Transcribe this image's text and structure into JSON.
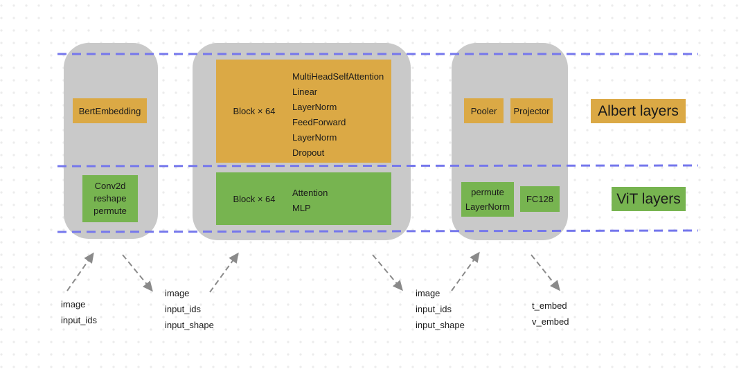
{
  "colors": {
    "albert": "#dba945",
    "vit": "#77b450",
    "container": "#c9c9c9",
    "guide": "#7577ec",
    "arrow": "#8a8a8a",
    "text": "#1a1a1a",
    "dot": "#ececec"
  },
  "legend": {
    "albert": "Albert layers",
    "vit": "ViT layers"
  },
  "stages": {
    "embedding": {
      "albert_box": {
        "label": "BertEmbedding"
      },
      "vit_box": {
        "lines": [
          "Conv2d",
          "reshape",
          "permute"
        ]
      }
    },
    "encoder": {
      "albert_box": {
        "block_label": "Block × 64",
        "layers": [
          "MultiHeadSelfAttention",
          "Linear",
          "LayerNorm",
          "FeedForward",
          "LayerNorm",
          "Dropout"
        ]
      },
      "vit_box": {
        "block_label": "Block × 64",
        "layers": [
          "Attention",
          "MLP"
        ]
      }
    },
    "head": {
      "albert_boxes": [
        {
          "label": "Pooler"
        },
        {
          "label": "Projector"
        }
      ],
      "vit_boxes": [
        {
          "lines": [
            "permute",
            "LayerNorm"
          ]
        },
        {
          "label": "FC128"
        }
      ]
    }
  },
  "io_labels": [
    {
      "lines": [
        "image",
        "input_ids"
      ]
    },
    {
      "lines": [
        "image",
        "input_ids",
        "input_shape"
      ]
    },
    {
      "lines": [
        "image",
        "input_ids",
        "input_shape"
      ]
    },
    {
      "lines": [
        "t_embed",
        "v_embed"
      ]
    }
  ]
}
